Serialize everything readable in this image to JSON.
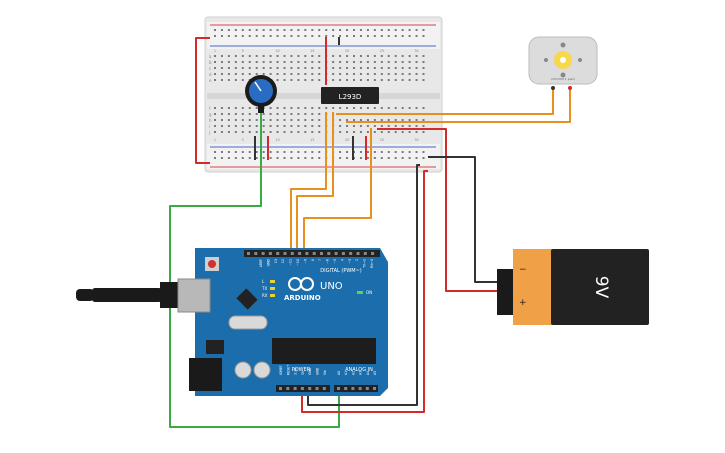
{
  "breadboard": {
    "rows_top": [
      "a",
      "b",
      "c",
      "d",
      "e"
    ],
    "rows_bottom": [
      "f",
      "g",
      "h",
      "i",
      "j"
    ],
    "column_numbers": [
      "1",
      "5",
      "10",
      "15",
      "20",
      "25",
      "30"
    ]
  },
  "chip": {
    "label": "L293D"
  },
  "motor": {
    "label": "CUSTOM 1 pwm"
  },
  "battery": {
    "label": "9V",
    "minus": "−",
    "plus": "+"
  },
  "arduino": {
    "brand": "ARDUINO",
    "model": "UNO",
    "on_label": "ON",
    "digital_header": "DIGITAL (PWM~)",
    "power_header": "POWER",
    "analog_header": "ANALOG IN",
    "digital_pins": [
      "AREF",
      "GND",
      "13",
      "12",
      "~11",
      "~10",
      "~9",
      "8",
      "7",
      "~6",
      "~5",
      "4",
      "~3",
      "2",
      "TX→1",
      "RX←0"
    ],
    "power_pins": [
      "IOREF",
      "RESET",
      "3.3V",
      "5V",
      "GND",
      "GND",
      "Vin"
    ],
    "analog_pins": [
      "A0",
      "A1",
      "A2",
      "A3",
      "A4",
      "A5"
    ],
    "leds": [
      "L",
      "TX",
      "RX"
    ]
  },
  "colors": {
    "wire_red": "#d42a2a",
    "wire_orange": "#e8901e",
    "wire_green": "#3aaa45",
    "wire_black": "#333333",
    "arduino_blue": "#1c6dab",
    "battery_orange": "#f0a046",
    "potentiometer_blue": "#2a6cc4"
  }
}
